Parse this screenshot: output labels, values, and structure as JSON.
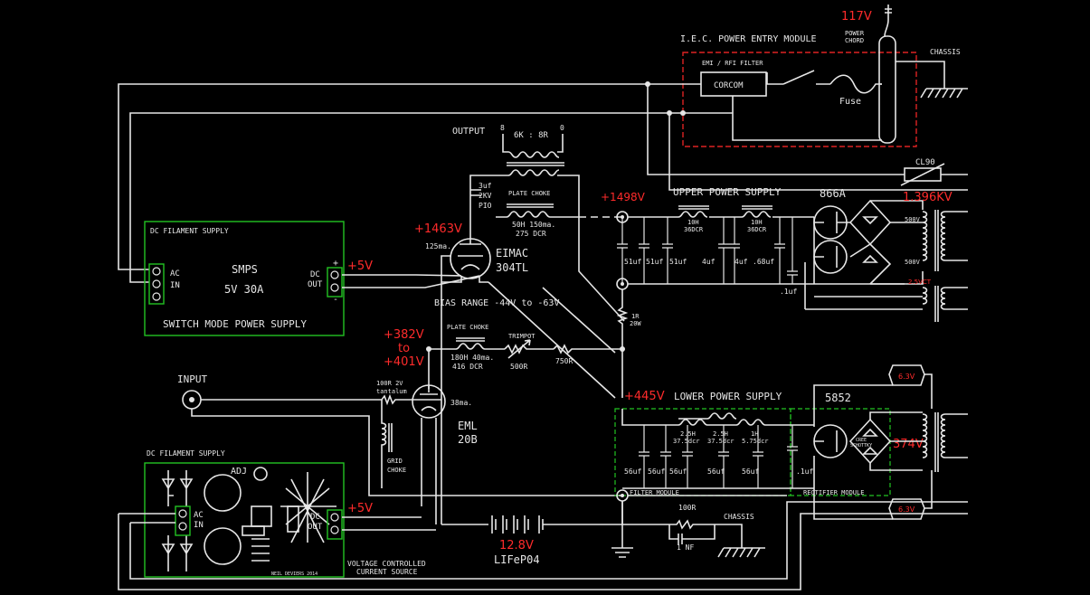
{
  "labels": {
    "iec_title": "I.E.C. POWER ENTRY MODULE",
    "emi_filter": "EMI / RFI FILTER",
    "corcom": "CORCOM",
    "fuse": "Fuse",
    "mains_voltage": "117V",
    "power_chord_1": "POWER",
    "power_chord_2": "CHORD",
    "chassis_top": "CHASSIS",
    "cl90": "CL90",
    "output": "OUTPUT",
    "out_8": "8",
    "out_0": "0",
    "out_ratio": "6K : 8R",
    "cap_3uf_1": "3uf",
    "cap_3uf_2": "2KV",
    "cap_3uf_3": "PIO",
    "plate_choke_upper": "PLATE CHOKE",
    "plate_choke_upper_v1": "50H  150ma.",
    "plate_choke_upper_v2": "275  DCR",
    "v1498": "+1498V",
    "v1396": "1.396KV",
    "upper_ps": "UPPER POWER SUPPLY",
    "rect_866a": "866A",
    "ch_10h_1": "10H",
    "ch_36dcr_1": "36DCR",
    "ch_10h_2": "10H",
    "ch_36dcr_2": "36DCR",
    "v500_1": "500V",
    "v500_2": "500V",
    "v25ct": "2.5VCT",
    "cap_51uf_1": "51uf",
    "cap_51uf_2": "51uf",
    "cap_51uf_3": "51uf",
    "cap_4uf_1": "4uf",
    "cap_4uf_2": "4uf",
    "cap_68uf": ".68uf",
    "cap_1uf_upper": ".1uf",
    "v1463": "+1463V",
    "ma125": "125ma.",
    "eimac_1": "EIMAC",
    "eimac_2": "304TL",
    "bias_range": "BIAS RANGE  -44V  to  -63V",
    "res_1r": "1R",
    "res_20w": "20W",
    "dc_fil_upper": "DC FILAMENT SUPPLY",
    "smps_1": "SMPS",
    "smps_2": "5V  30A",
    "smps_3": "SWITCH MODE POWER SUPPLY",
    "ac": "AC",
    "in": "IN",
    "dc": "DC",
    "out": "OUT",
    "v5_upper": "+5V",
    "v382_1": "+382V",
    "v382_2": "to",
    "v382_3": "+401V",
    "plate_choke_lower": "PLATE CHOKE",
    "pc_lower_v1": "180H  40ma.",
    "pc_lower_v2": "416  DCR",
    "trimpot": "TRIMPOT",
    "r500": "500R",
    "r750": "750R",
    "input": "INPUT",
    "r100_1": "100R  2V",
    "r100_2": "tantalum",
    "grid_choke_1": "GRID",
    "grid_choke_2": "CHOKE",
    "ma38": "38ma.",
    "eml_1": "EML",
    "eml_2": "20B",
    "v445": "+445V",
    "lower_ps": "LOWER POWER SUPPLY",
    "rect_5852": "5852",
    "v63_1": "6.3V",
    "v374": "374V",
    "v63_2": "6.3V",
    "ch_25h_1": "2.5H",
    "ch_375_1": "37.5dcr",
    "ch_25h_2": "2.5H",
    "ch_375_2": "37.5dcr",
    "ch_1h": "1H",
    "ch_575": "5.75dcr",
    "cap_56_1": "56uf",
    "cap_56_2": "56uf",
    "cap_56_3": "56uf",
    "cap_56_4": "56uf",
    "cap_56_5": "56uf",
    "cap_1uf_lower": ".1uf",
    "filter_module": "FILTER MODULE",
    "rectifier_module": "RECTIFIER MODULE",
    "cree_1": "CREE",
    "cree_2": "SCHOTTKY",
    "dc_fil_lower": "DC FILAMENT SUPPLY",
    "adj": "ADJ",
    "v5_lower": "+5V",
    "vccs_1": "VOLTAGE CONTROLLED",
    "vccs_2": "CURRENT SOURCE",
    "board_mark": "NEIL DEVIERS 2014",
    "bat_1": "12.8V",
    "bat_2": "LIFeP04",
    "r100r": "100R",
    "nf1": "1 NF",
    "chassis_bottom": "CHASSIS"
  },
  "colors": {
    "background": "#000000",
    "wire": "#e6e6e6",
    "voltage": "#ff2b2b",
    "module_border": "#22c322",
    "iec_border": "#dd2222"
  }
}
